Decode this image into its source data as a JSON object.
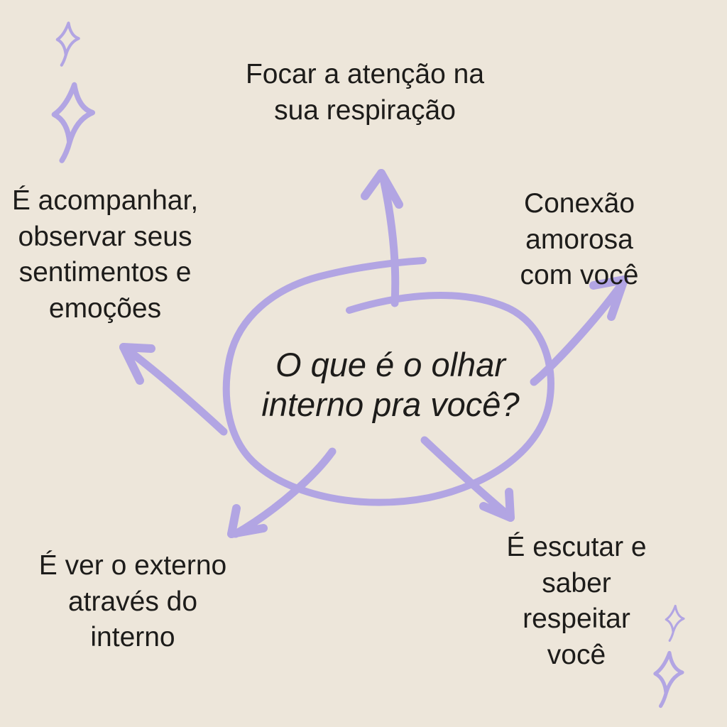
{
  "colors": {
    "background": "#ede6da",
    "accent": "#b2a5e3",
    "text": "#1d1c1a"
  },
  "center_node": {
    "label": "O que é o olhar\ninterno pra você?"
  },
  "branches": [
    {
      "id": "top",
      "label": "Focar a atenção na\nsua respiração"
    },
    {
      "id": "right",
      "label": "Conexão amorosa\ncom você"
    },
    {
      "id": "left",
      "label": "É acompanhar,\nobservar seus\nsentimentos e\nemoções"
    },
    {
      "id": "bottom_left",
      "label": "É ver o externo\natravés do\ninterno"
    },
    {
      "id": "bottom_right",
      "label": "É escutar e saber\nrespeitar você"
    }
  ],
  "decorations": [
    "sparkle-top-left-small",
    "sparkle-top-left-large",
    "sparkle-bottom-right-small",
    "sparkle-bottom-right-large"
  ]
}
